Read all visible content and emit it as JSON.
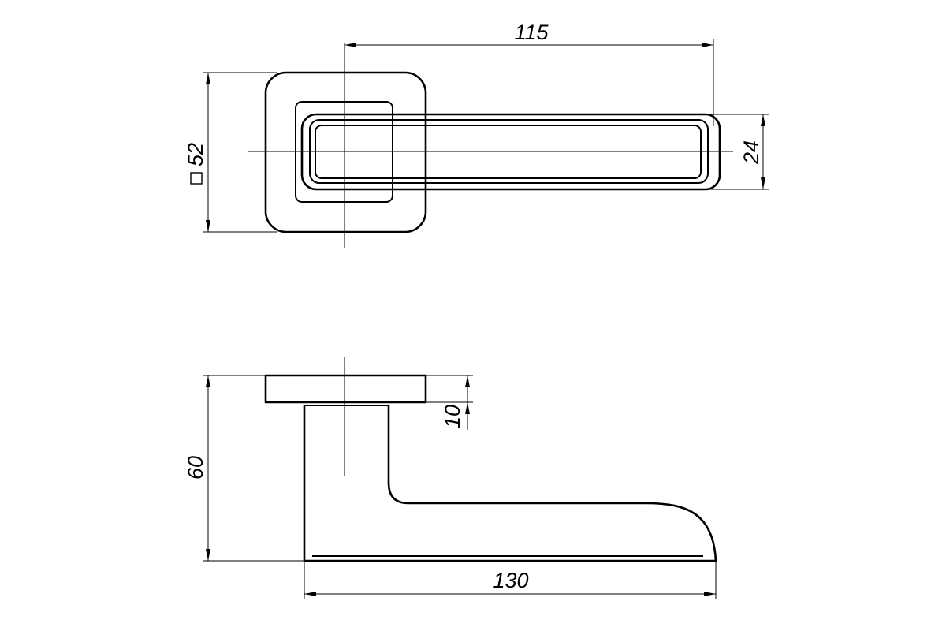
{
  "dimensions": {
    "handle_length": "115",
    "grip_height": "24",
    "rosette_size": "52",
    "rosette_thickness": "10",
    "total_height": "60",
    "total_length": "130"
  },
  "symbols": {
    "square": "square-icon"
  }
}
